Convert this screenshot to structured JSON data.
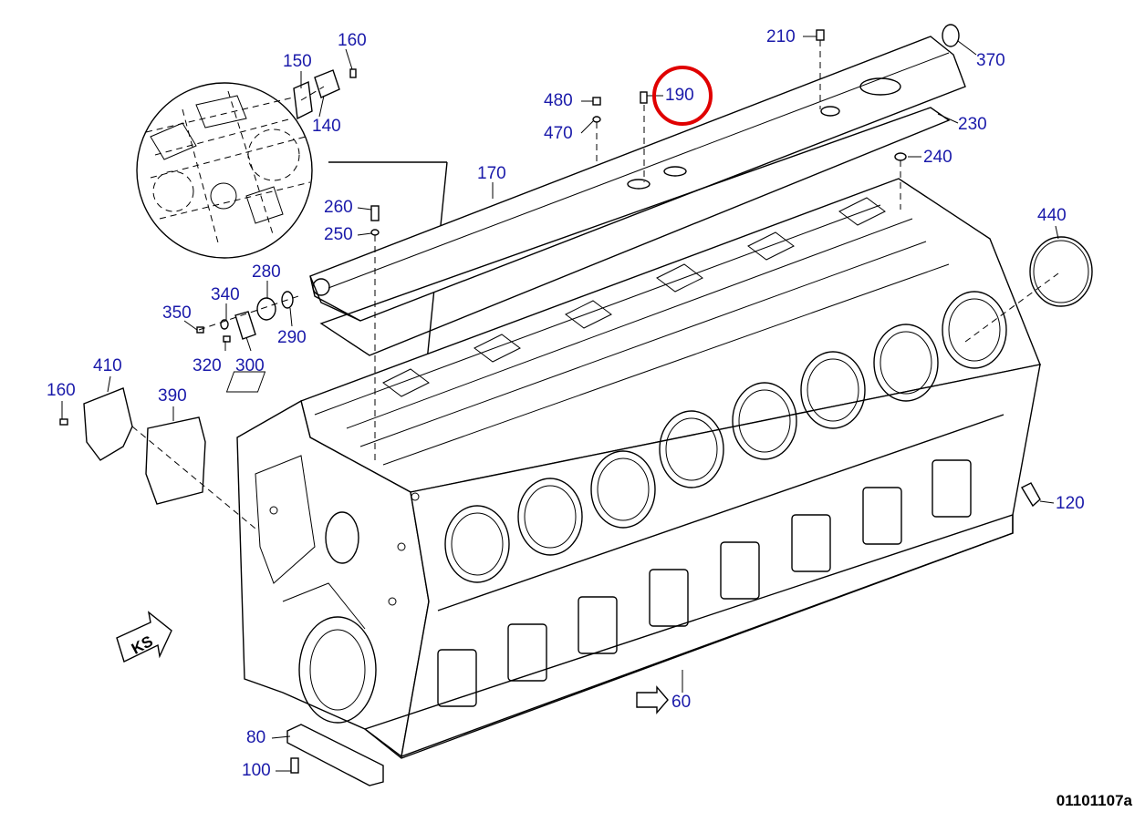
{
  "theme": {
    "label_color": "#1a1aaa",
    "highlight_color": "#e00000",
    "line_color": "#000000"
  },
  "drawing_code": "01101107a",
  "view_arrow_label": "KS",
  "highlighted_part": "190",
  "callouts": {
    "p160a": "160",
    "p150": "150",
    "p140": "140",
    "p480": "480",
    "p470": "470",
    "p190": "190",
    "p210": "210",
    "p370": "370",
    "p230": "230",
    "p240": "240",
    "p170": "170",
    "p260": "260",
    "p250": "250",
    "p280": "280",
    "p290": "290",
    "p340": "340",
    "p350": "350",
    "p320": "320",
    "p300": "300",
    "p410": "410",
    "p160b": "160",
    "p390": "390",
    "p440": "440",
    "p120": "120",
    "p60": "60",
    "p80": "80",
    "p100": "100"
  }
}
